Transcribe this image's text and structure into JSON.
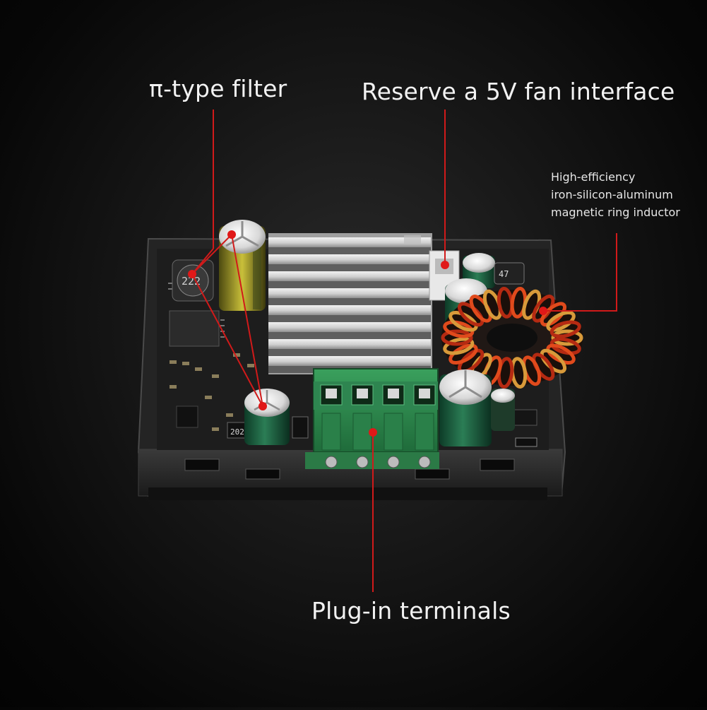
{
  "callouts": {
    "pi_filter": "π-type filter",
    "fan_interface": "Reserve a 5V fan interface",
    "inductor": [
      "High-efficiency",
      "iron-silicon-aluminum",
      "magnetic ring inductor"
    ],
    "terminals": "Plug-in terminals"
  },
  "component_marks": {
    "inductor_small": "222",
    "resistor_left": "202",
    "cap_right": "47"
  },
  "colors": {
    "callout_line": "#d11a1a",
    "callout_dot": "#e01818",
    "terminal_green": "#2f8a4e",
    "pcb": "#1d1d1d",
    "heatsink": "#cfcfcf"
  }
}
